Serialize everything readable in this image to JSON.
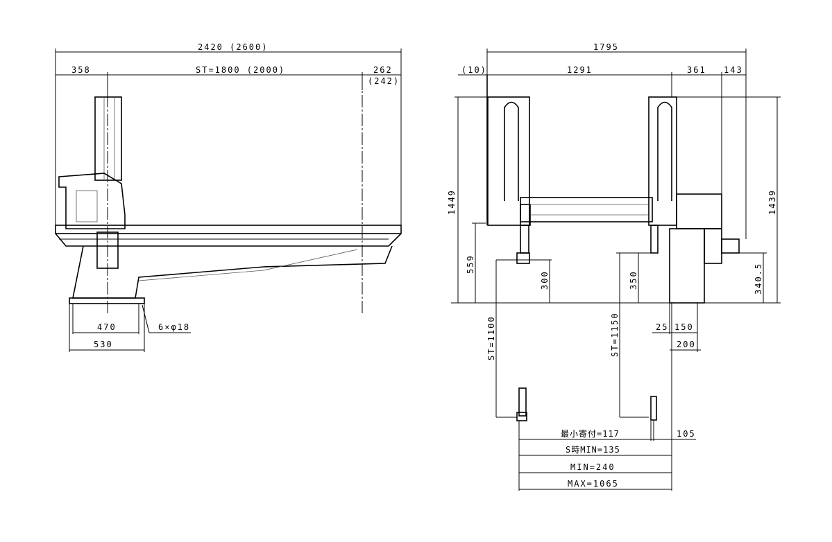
{
  "front_view": {
    "overall_width": "2420 (2600)",
    "left_offset": "358",
    "stroke": "ST=1800 (2000)",
    "right_offset": "262",
    "right_offset_alt": "(242)",
    "base_inner": "470",
    "base_outer": "530",
    "holes": "6×φ18"
  },
  "side_view": {
    "overall_width": "1795",
    "left_gap": "(10)",
    "span": "1291",
    "right_span": "361",
    "right_end": "143",
    "height_left": "1449",
    "height_right": "1439",
    "rail_height": "559",
    "gripper_left_height": "300",
    "gripper_right_height": "350",
    "column_height": "340.5",
    "stroke_left": "ST=1100",
    "stroke_right": "ST=1150",
    "col_offset": "25",
    "col_width": "150",
    "col_total": "200",
    "min_approach": "最小寄付=117",
    "right_gap": "105",
    "s_min": "S時MIN=135",
    "min": "MIN=240",
    "max": "MAX=1065"
  }
}
